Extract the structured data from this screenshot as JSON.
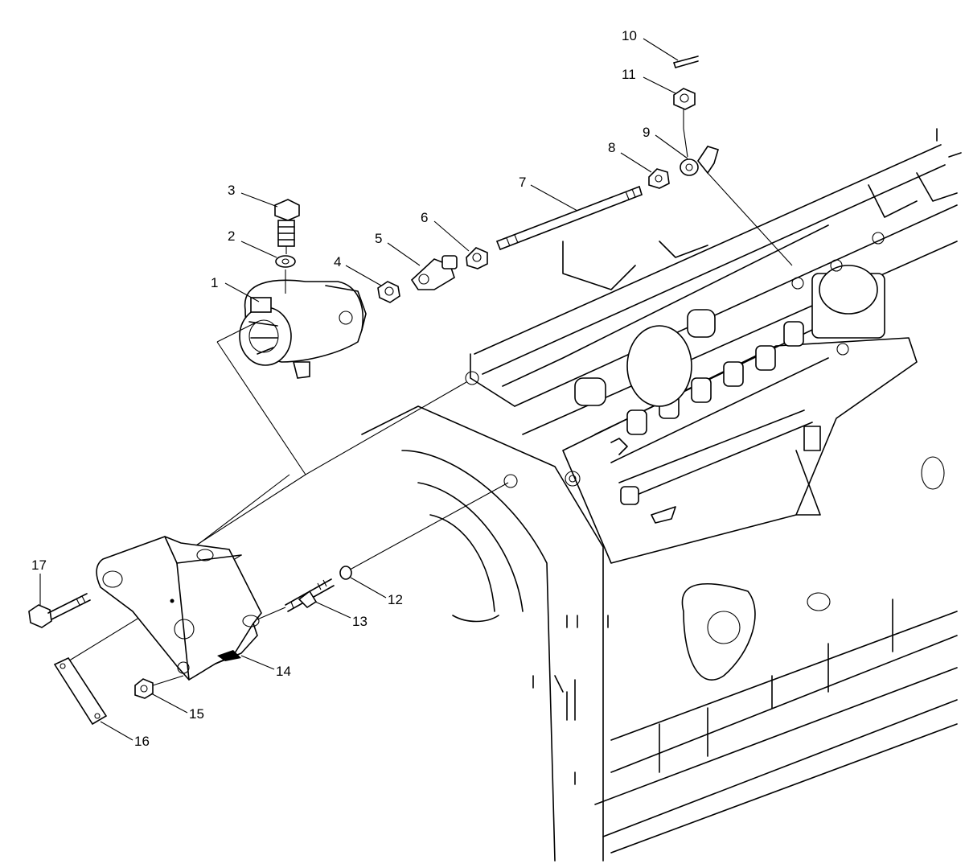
{
  "diagram": {
    "callouts": [
      {
        "id": "p1",
        "label": "1"
      },
      {
        "id": "p2",
        "label": "2"
      },
      {
        "id": "p3",
        "label": "3"
      },
      {
        "id": "p4",
        "label": "4"
      },
      {
        "id": "p5",
        "label": "5"
      },
      {
        "id": "p6",
        "label": "6"
      },
      {
        "id": "p7",
        "label": "7"
      },
      {
        "id": "p8",
        "label": "8"
      },
      {
        "id": "p9",
        "label": "9"
      },
      {
        "id": "p10",
        "label": "10"
      },
      {
        "id": "p11",
        "label": "11"
      },
      {
        "id": "p12",
        "label": "12"
      },
      {
        "id": "p13",
        "label": "13"
      },
      {
        "id": "p14",
        "label": "14"
      },
      {
        "id": "p15",
        "label": "15"
      },
      {
        "id": "p16",
        "label": "16"
      },
      {
        "id": "p17",
        "label": "17"
      }
    ]
  }
}
